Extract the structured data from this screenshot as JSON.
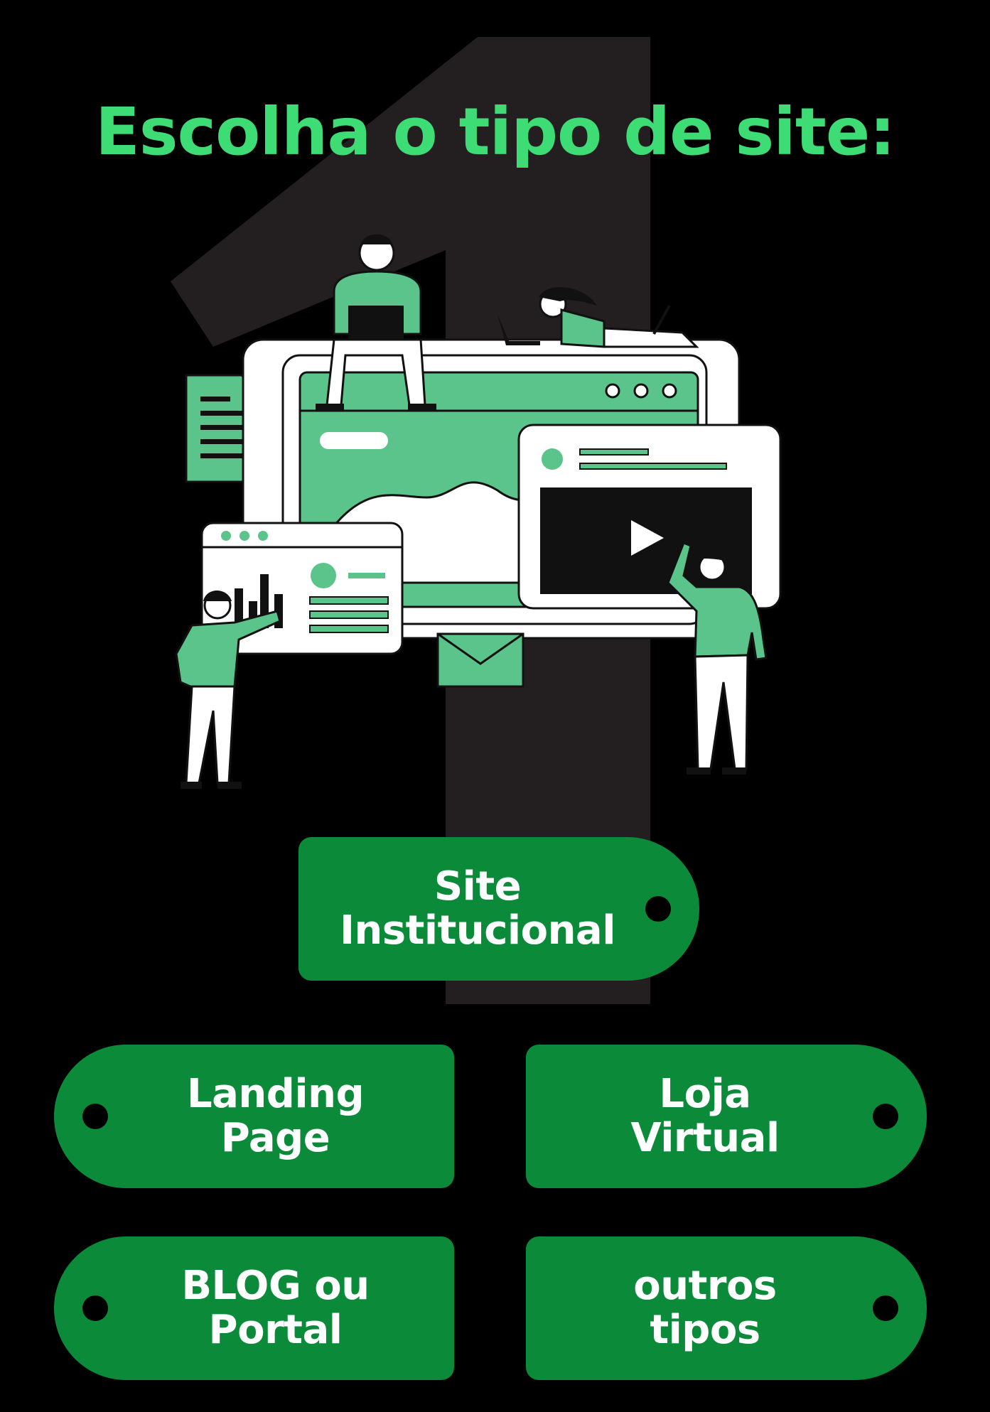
{
  "title": "Escolha o tipo de site:",
  "colors": {
    "background": "#000000",
    "numeral": "#231f20",
    "title": "#3ddc74",
    "tag": "#0b8a3a",
    "illustration_green": "#5ac48a",
    "illustration_dark": "#111111",
    "illustration_white": "#ffffff"
  },
  "options": [
    {
      "label": "Site\nInstitucional"
    },
    {
      "label": "Landing\nPage"
    },
    {
      "label": "Loja\nVirtual"
    },
    {
      "label": "BLOG ou\nPortal"
    },
    {
      "label": "outros\ntipos"
    }
  ]
}
